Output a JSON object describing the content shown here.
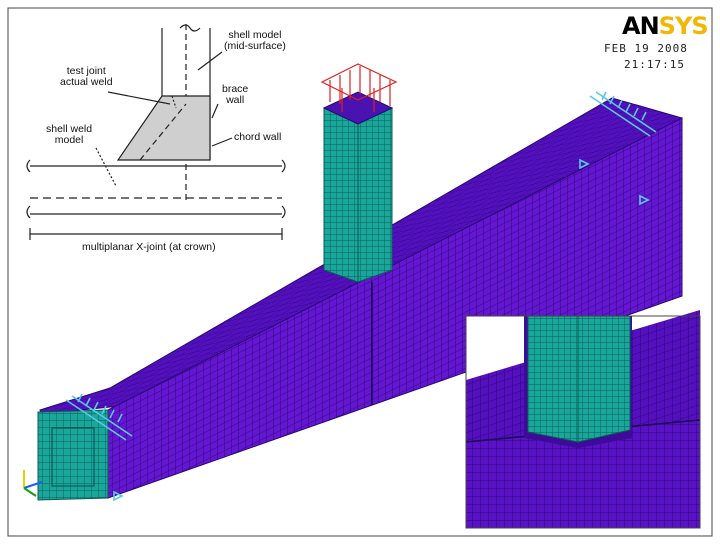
{
  "header": {
    "logo_text": "ANSYS",
    "date": "FEB 19 2008",
    "time": "21:17:15"
  },
  "inset_sketch": {
    "labels": {
      "shell_model_line1": "shell model",
      "shell_model_line2": "(mid-surface)",
      "test_joint_line1": "test joint",
      "test_joint_line2": "actual weld",
      "brace_line1": "brace",
      "brace_line2": "wall",
      "shell_weld_line1": "shell weld",
      "shell_weld_line2": "model",
      "chord_wall": "chord wall",
      "caption": "multiplanar X-joint (at crown)"
    }
  },
  "colors": {
    "chord_mesh": "#5b10c8",
    "brace_mesh": "#1aa79b",
    "load_arrows": "#e02020",
    "supports": "#59c8e8",
    "mesh_lines": "#2a0a70"
  },
  "icons": [
    "axis-triad-icon",
    "support-constraint-icon",
    "load-arrow-icon"
  ]
}
